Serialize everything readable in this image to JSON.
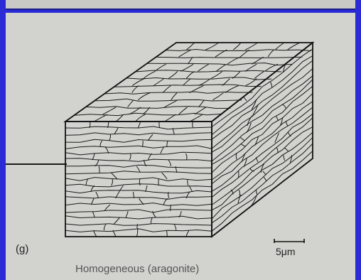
{
  "figure": {
    "panel_label": "(g)",
    "scale_label": "5μm",
    "caption": "Homogeneous (aragonite)"
  },
  "colors": {
    "slide_background": "#2a2ad6",
    "panel_background": "#d2d2cf",
    "line_color": "#1a1a1a"
  }
}
